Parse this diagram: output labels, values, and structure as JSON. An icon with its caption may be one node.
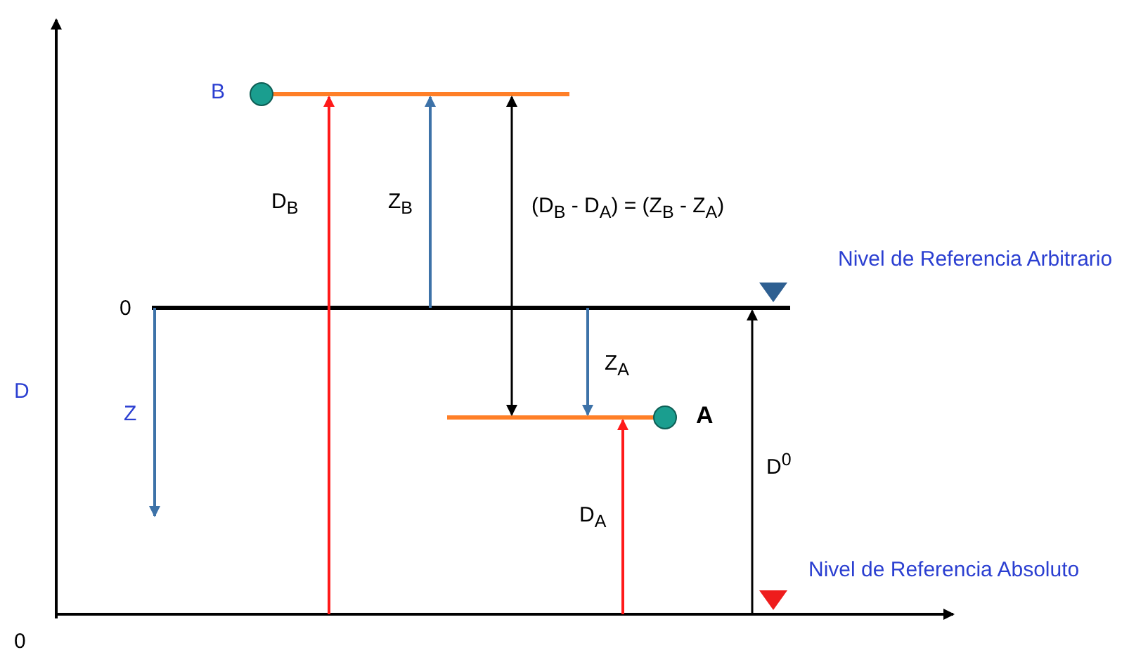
{
  "diagram": {
    "labels": [
      "B",
      "D$_{B}$",
      "Z$_{B}$",
      "(D$_{B}$ - D$_{A}$) = (Z$_{B}$ - Z$_{A}$)",
      "Nivel de Referencia Arbitrario",
      "0",
      "Z$_{A}$",
      "D",
      "Z",
      "A",
      "D$^{0}$",
      "D$_{A}$",
      "Nivel de Referencia Absoluto",
      "0"
    ]
  }
}
